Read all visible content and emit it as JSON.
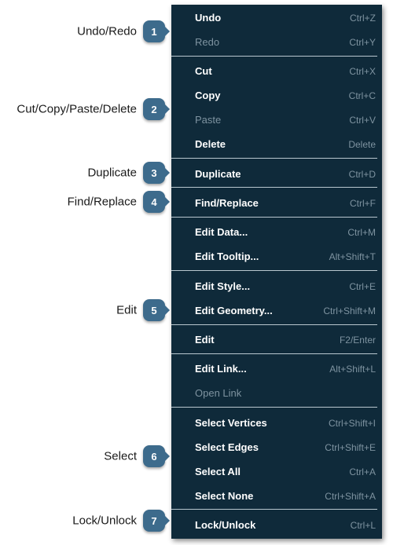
{
  "callouts": [
    {
      "number": "1",
      "label": "Undo/Redo"
    },
    {
      "number": "2",
      "label": "Cut/Copy/Paste/Delete"
    },
    {
      "number": "3",
      "label": "Duplicate"
    },
    {
      "number": "4",
      "label": "Find/Replace"
    },
    {
      "number": "5",
      "label": "Edit"
    },
    {
      "number": "6",
      "label": "Select"
    },
    {
      "number": "7",
      "label": "Lock/Unlock"
    }
  ],
  "menu": {
    "items": [
      {
        "label": "Undo",
        "shortcut": "Ctrl+Z",
        "enabled": true
      },
      {
        "label": "Redo",
        "shortcut": "Ctrl+Y",
        "enabled": false
      },
      {
        "label": "Cut",
        "shortcut": "Ctrl+X",
        "enabled": true
      },
      {
        "label": "Copy",
        "shortcut": "Ctrl+C",
        "enabled": true
      },
      {
        "label": "Paste",
        "shortcut": "Ctrl+V",
        "enabled": false
      },
      {
        "label": "Delete",
        "shortcut": "Delete",
        "enabled": true
      },
      {
        "label": "Duplicate",
        "shortcut": "Ctrl+D",
        "enabled": true
      },
      {
        "label": "Find/Replace",
        "shortcut": "Ctrl+F",
        "enabled": true
      },
      {
        "label": "Edit Data...",
        "shortcut": "Ctrl+M",
        "enabled": true
      },
      {
        "label": "Edit Tooltip...",
        "shortcut": "Alt+Shift+T",
        "enabled": true
      },
      {
        "label": "Edit Style...",
        "shortcut": "Ctrl+E",
        "enabled": true
      },
      {
        "label": "Edit Geometry...",
        "shortcut": "Ctrl+Shift+M",
        "enabled": true
      },
      {
        "label": "Edit",
        "shortcut": "F2/Enter",
        "enabled": true
      },
      {
        "label": "Edit Link...",
        "shortcut": "Alt+Shift+L",
        "enabled": true
      },
      {
        "label": "Open Link",
        "shortcut": "",
        "enabled": false
      },
      {
        "label": "Select Vertices",
        "shortcut": "Ctrl+Shift+I",
        "enabled": true
      },
      {
        "label": "Select Edges",
        "shortcut": "Ctrl+Shift+E",
        "enabled": true
      },
      {
        "label": "Select All",
        "shortcut": "Ctrl+A",
        "enabled": true
      },
      {
        "label": "Select None",
        "shortcut": "Ctrl+Shift+A",
        "enabled": true
      },
      {
        "label": "Lock/Unlock",
        "shortcut": "Ctrl+L",
        "enabled": true
      }
    ]
  },
  "colors": {
    "menu_background": "#0f2a3a",
    "badge": "#3d6b8c",
    "enabled_text": "#ffffff",
    "disabled_text": "#7e93a0",
    "separator": "#b9c7cf"
  }
}
